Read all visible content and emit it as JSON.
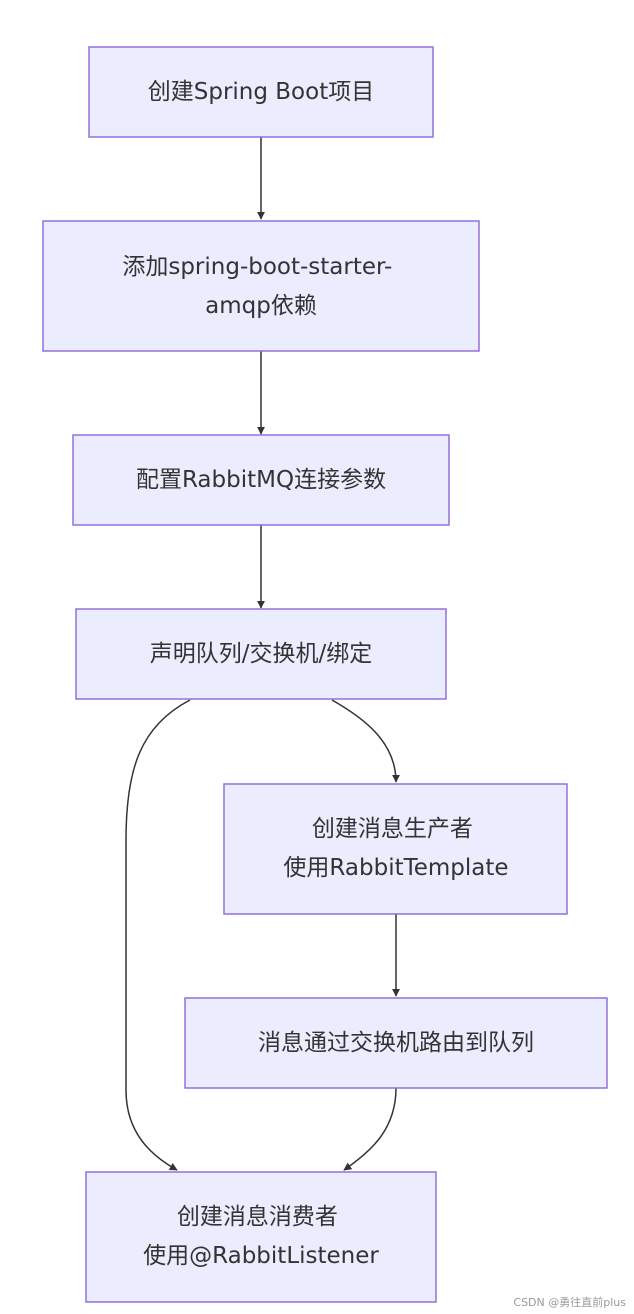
{
  "nodes": {
    "create_project": {
      "lines": [
        "创建Spring Boot项目"
      ]
    },
    "add_dependency": {
      "lines": [
        "添加spring-boot-starter-",
        "amqp依赖"
      ]
    },
    "configure_connection": {
      "lines": [
        "配置RabbitMQ连接参数"
      ]
    },
    "declare_bindings": {
      "lines": [
        "声明队列/交换机/绑定"
      ]
    },
    "create_producer": {
      "lines": [
        "创建消息生产者",
        "使用RabbitTemplate"
      ]
    },
    "route_message": {
      "lines": [
        "消息通过交换机路由到队列"
      ]
    },
    "create_consumer": {
      "lines": [
        "创建消息消费者",
        "使用@RabbitListener"
      ]
    }
  },
  "edges": [
    {
      "from": "create_project",
      "to": "add_dependency"
    },
    {
      "from": "add_dependency",
      "to": "configure_connection"
    },
    {
      "from": "configure_connection",
      "to": "declare_bindings"
    },
    {
      "from": "declare_bindings",
      "to": "create_producer"
    },
    {
      "from": "declare_bindings",
      "to": "create_consumer"
    },
    {
      "from": "create_producer",
      "to": "route_message"
    },
    {
      "from": "route_message",
      "to": "create_consumer"
    }
  ],
  "colors": {
    "node_fill": "#ececff",
    "node_stroke": "#9370db",
    "edge": "#333333",
    "text": "#333333"
  },
  "watermark": "CSDN @勇往直前plus"
}
